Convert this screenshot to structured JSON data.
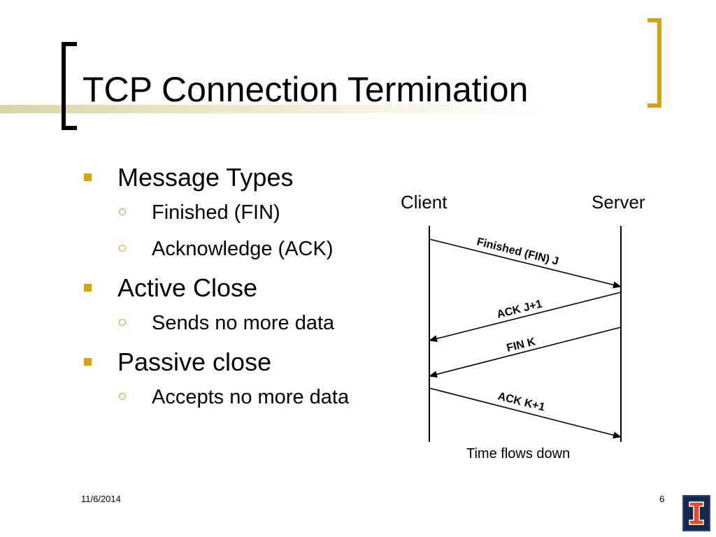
{
  "title": "TCP Connection Termination",
  "bullets": [
    {
      "text": "Message Types",
      "sub": [
        "Finished (FIN)",
        "Acknowledge (ACK)"
      ]
    },
    {
      "text": "Active Close",
      "sub": [
        "Sends no more data"
      ]
    },
    {
      "text": "Passive close",
      "sub": [
        "Accepts no more data"
      ]
    }
  ],
  "diagram": {
    "client_label": "Client",
    "server_label": "Server",
    "messages": [
      {
        "label": "Finished (FIN) J",
        "direction": "client-to-server"
      },
      {
        "label": "ACK J+1",
        "direction": "server-to-client"
      },
      {
        "label": "FIN K",
        "direction": "server-to-client"
      },
      {
        "label": "ACK K+1",
        "direction": "client-to-server"
      }
    ],
    "caption": "Time flows down"
  },
  "footer": {
    "date": "11/6/2014",
    "page": "6"
  },
  "colors": {
    "accent": "#d6a21c",
    "title_band": "#d7d6a6",
    "logo_bg": "#13294b",
    "logo_fg": "#e84a27"
  }
}
